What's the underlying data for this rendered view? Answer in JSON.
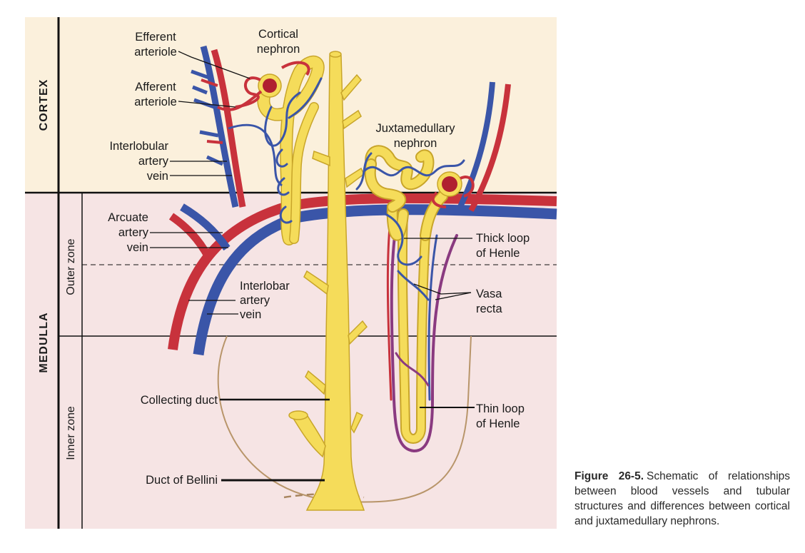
{
  "zones": {
    "cortex": "CORTEX",
    "medulla": "MEDULLA",
    "outer_zone": "Outer zone",
    "inner_zone": "Inner zone"
  },
  "labels": {
    "efferent_1": "Efferent",
    "efferent_2": "arteriole",
    "cortical_1": "Cortical",
    "cortical_2": "nephron",
    "afferent_1": "Afferent",
    "afferent_2": "arteriole",
    "interlobular_1": "Interlobular",
    "interlobular_2": "artery",
    "interlobular_3": "vein",
    "juxta_1": "Juxtamedullary",
    "juxta_2": "nephron",
    "arcuate_1": "Arcuate",
    "arcuate_2": "artery",
    "arcuate_3": "vein",
    "thick_1": "Thick loop",
    "thick_2": "of Henle",
    "interlobar_1": "Interlobar",
    "interlobar_2": "artery",
    "interlobar_3": "vein",
    "vasa_1": "Vasa",
    "vasa_2": "recta",
    "collecting": "Collecting duct",
    "thin_1": "Thin loop",
    "thin_2": "of Henle",
    "bellini": "Duct of Bellini"
  },
  "caption": {
    "figure_number": "Figure 26-5.",
    "text": "Schematic of relationships between blood vessels and tubular structures and differences between cortical and juxtamedullary nephrons."
  },
  "colors": {
    "cortex_bg": "#fbf0dc",
    "medulla_bg": "#f6e4e4",
    "artery": "#c8323c",
    "vein": "#3a55a8",
    "tubule": "#f5dc5a",
    "tubule_edge": "#c8a52a",
    "glomerulus": "#b02030"
  }
}
